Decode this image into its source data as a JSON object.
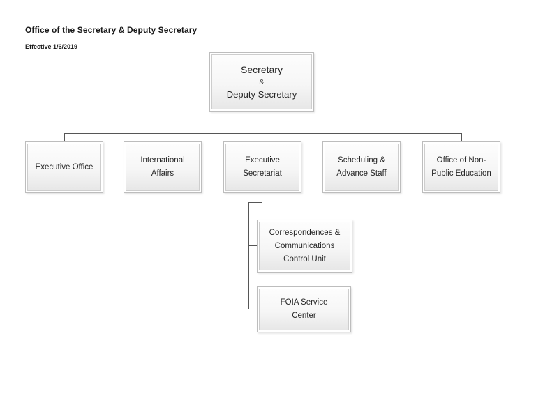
{
  "page": {
    "title": "Office of the Secretary & Deputy Secretary",
    "effective_date": "Effective 1/6/2019"
  },
  "colors": {
    "background": "#ffffff",
    "box_border_outer": "#bdbdbd",
    "box_border_inner": "#cdcdcd",
    "box_fill_top": "#fdfdfd",
    "box_fill_bottom": "#e7e7e7",
    "connector": "#565656",
    "text": "#262626"
  },
  "nodes": {
    "secretary": {
      "lines": [
        "Secretary",
        "&",
        "Deputy Secretary"
      ]
    },
    "executive_office": {
      "lines": [
        "Executive Office"
      ]
    },
    "international_affairs": {
      "lines": [
        "International",
        "Affairs"
      ]
    },
    "executive_secretariat": {
      "lines": [
        "Executive",
        "Secretariat"
      ]
    },
    "scheduling_advance": {
      "lines": [
        "Scheduling &",
        "Advance Staff"
      ]
    },
    "non_public_education": {
      "lines": [
        "Office of Non-",
        "Public Education"
      ]
    },
    "correspondences": {
      "lines": [
        "Correspondences &",
        "Communications",
        "Control Unit"
      ]
    },
    "foia": {
      "lines": [
        "FOIA Service",
        "Center"
      ]
    }
  },
  "hierarchy": {
    "Secretary & Deputy Secretary": [
      "Executive Office",
      "International Affairs",
      "Executive Secretariat",
      "Scheduling & Advance Staff",
      "Office of Non-Public Education"
    ],
    "Executive Secretariat": [
      "Correspondences & Communications Control Unit",
      "FOIA Service Center"
    ]
  }
}
